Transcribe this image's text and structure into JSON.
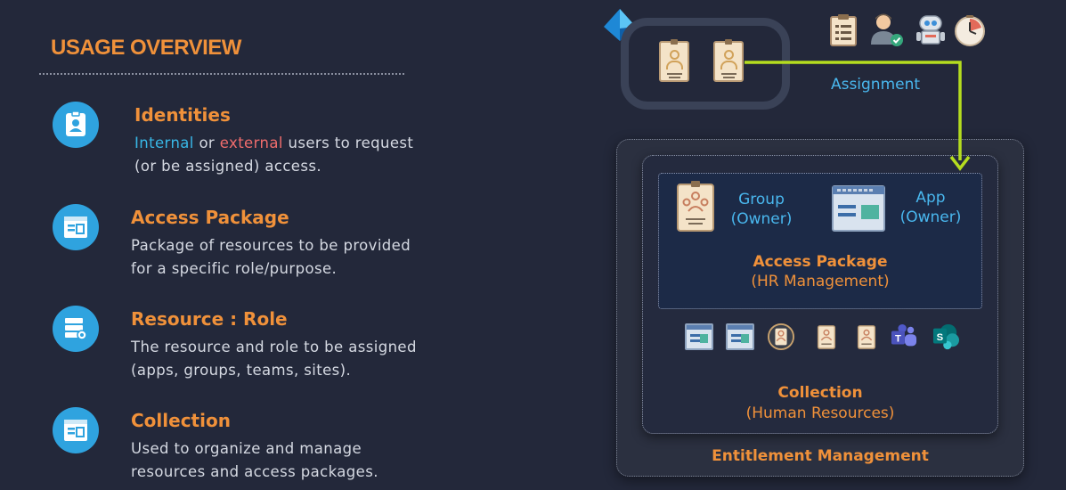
{
  "left": {
    "heading": "USAGE OVERVIEW",
    "items": [
      {
        "title": "Identities",
        "desc_internal": "Internal",
        "desc_or": " or ",
        "desc_external": "external",
        "desc_rest": " users to request (or be assigned) access.",
        "icon": "id-badge-icon"
      },
      {
        "title": "Access Package",
        "desc": "Package of resources to be provided for a specific role/purpose.",
        "icon": "window-panel-icon"
      },
      {
        "title": "Resource : Role",
        "desc": "The resource and role to be assigned (apps, groups, teams, sites).",
        "icon": "server-gear-icon"
      },
      {
        "title": "Collection",
        "desc": "Used to organize and manage resources and access packages.",
        "icon": "window-panel-icon"
      }
    ]
  },
  "diagram": {
    "assignment_label": "Assignment",
    "group_label": "Group",
    "group_sub": "(Owner)",
    "app_label": "App",
    "app_sub": "(Owner)",
    "access_package_label": "Access Package",
    "access_package_sub": "(HR Management)",
    "collection_label": "Collection",
    "collection_sub": "(Human Resources)",
    "entitlement_label": "Entitlement Management",
    "top_icons": [
      "clipboard-icon",
      "user-check-icon",
      "robot-icon",
      "clock-icon"
    ],
    "resource_icons": [
      "web-app-icon",
      "web-app-icon",
      "globe-badge-icon",
      "group-badge-icon",
      "group-badge-icon",
      "teams-icon",
      "sharepoint-icon"
    ],
    "colors": {
      "accent_orange": "#f0913a",
      "accent_blue": "#49b7ee",
      "arrow_green": "#b5dd1f",
      "background": "#23283a"
    }
  }
}
